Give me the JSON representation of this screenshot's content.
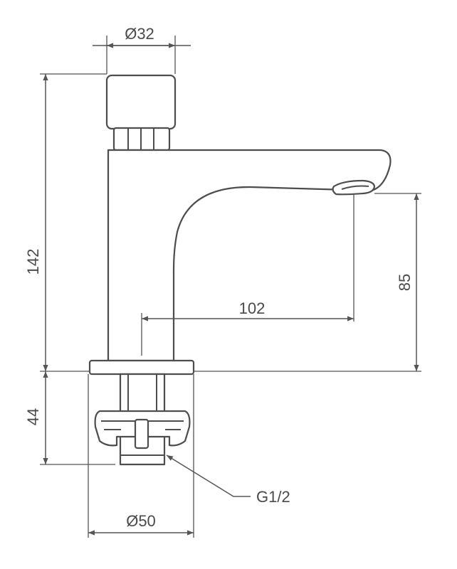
{
  "dimensions": {
    "top_diameter": "Ø32",
    "total_height": "142",
    "spout_reach": "102",
    "spout_height": "85",
    "base_height": "44",
    "base_diameter": "Ø50"
  },
  "callouts": {
    "thread": "G1/2"
  },
  "colors": {
    "line": "#4d4d4d",
    "background": "#ffffff"
  }
}
